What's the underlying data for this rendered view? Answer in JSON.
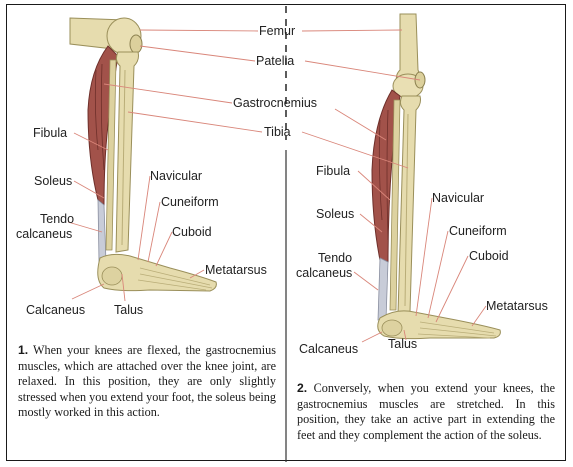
{
  "labels": {
    "femur": "Femur",
    "patella": "Patella",
    "gastrocnemius": "Gastrocnemius",
    "tibia": "Tibia",
    "left": {
      "fibula": "Fibula",
      "soleus": "Soleus",
      "navicular": "Navicular",
      "cuneiform": "Cuneiform",
      "tendo_line1": "Tendo",
      "tendo_line2": "calcaneus",
      "cuboid": "Cuboid",
      "metatarsus": "Metatarsus",
      "calcaneus": "Calcaneus",
      "talus": "Talus"
    },
    "right": {
      "fibula": "Fibula",
      "navicular": "Navicular",
      "soleus": "Soleus",
      "cuneiform": "Cuneiform",
      "tendo_line1": "Tendo",
      "tendo_line2": "calcaneus",
      "cuboid": "Cuboid",
      "metatarsus": "Metatarsus",
      "calcaneus": "Calcaneus",
      "talus": "Talus"
    }
  },
  "captions": {
    "left_number": "1.",
    "left_text": "When your knees are flexed, the gastrocnemius muscles, which are attached over the knee joint, are relaxed. In this position, they are only slightly stressed when you extend your foot, the soleus being mostly worked in this action.",
    "right_number": "2.",
    "right_text": "Conversely, when you extend your knees, the gastrocnemius muscles are stretched. In this position, they take an active part in extending the feet and they complement the action of the soleus."
  },
  "colors": {
    "bone": "#e6dcae",
    "bone_shade": "#b9ad78",
    "muscle": "#a2524a",
    "muscle_dark": "#6e2f2a",
    "tendon": "#c8ccd8",
    "leader_line": "#d9867a"
  }
}
